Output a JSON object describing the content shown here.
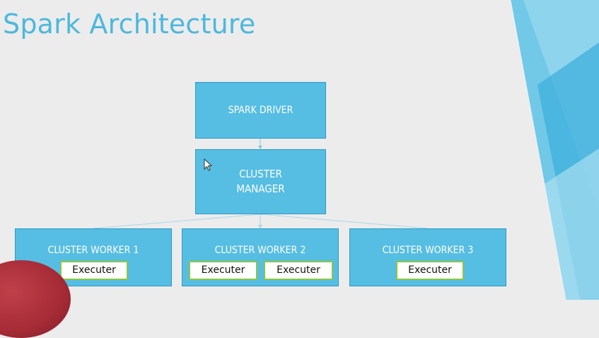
{
  "slide": {
    "title": "Spark Architecture"
  },
  "diagram": {
    "driver": {
      "label": "SPARK DRIVER"
    },
    "manager": {
      "label_line1": "CLUSTER",
      "label_line2": "MANAGER"
    },
    "workers": [
      {
        "label": "CLUSTER WORKER 1",
        "executors": [
          "Executer"
        ]
      },
      {
        "label": "CLUSTER WORKER 2",
        "executors": [
          "Executer",
          "Executer"
        ]
      },
      {
        "label": "CLUSTER WORKER 3",
        "executors": [
          "Executer"
        ]
      }
    ]
  },
  "colors": {
    "box_fill": "#56bde3",
    "title": "#4db8dc",
    "executor_border": "#8dc63f",
    "background": "#ececec"
  }
}
